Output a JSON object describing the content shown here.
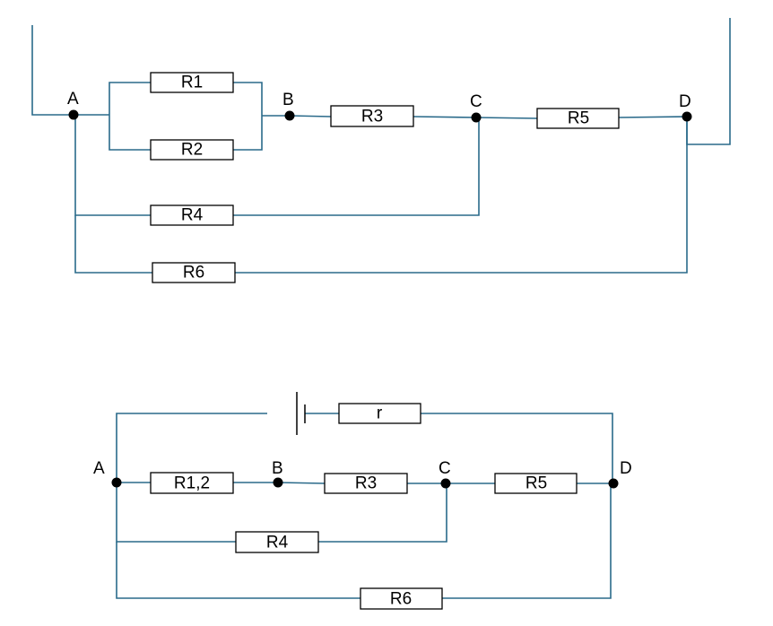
{
  "circuit1": {
    "nodes": {
      "A": "A",
      "B": "B",
      "C": "C",
      "D": "D"
    },
    "resistors": {
      "R1": "R1",
      "R2": "R2",
      "R3": "R3",
      "R4": "R4",
      "R5": "R5",
      "R6": "R6"
    }
  },
  "circuit2": {
    "nodes": {
      "A": "A",
      "B": "B",
      "C": "C",
      "D": "D"
    },
    "resistors": {
      "R12": "R1,2",
      "R3": "R3",
      "R4": "R4",
      "R5": "R5",
      "R6": "R6"
    },
    "internal_resistance": "r"
  },
  "colors": {
    "wire": "#2a6a8a",
    "component": "#000000"
  }
}
